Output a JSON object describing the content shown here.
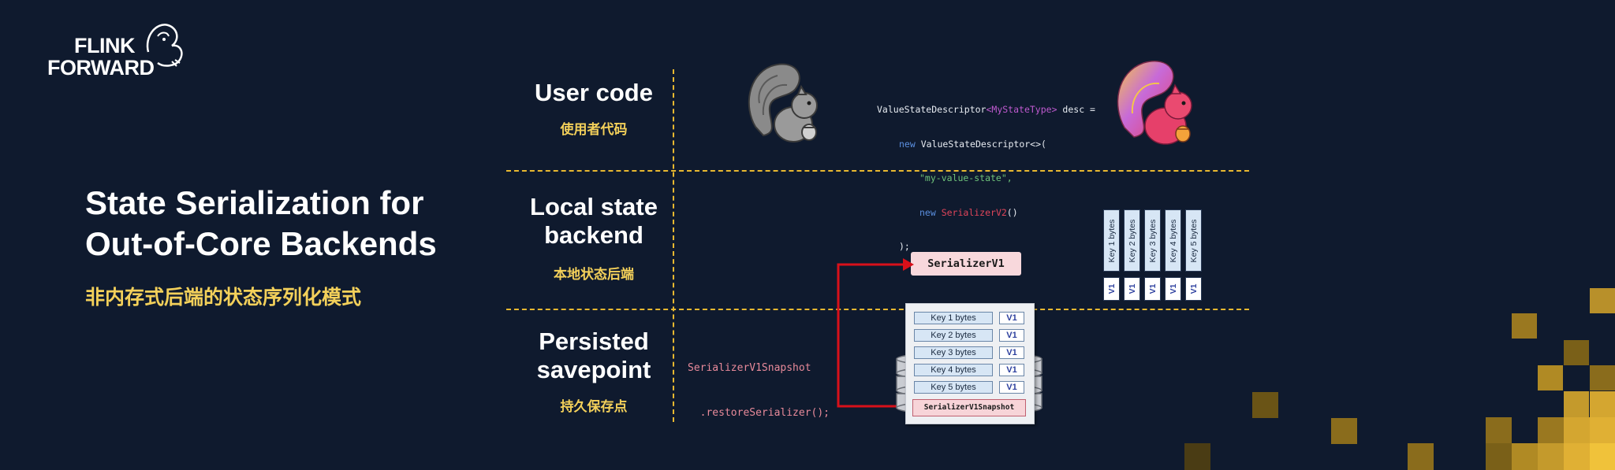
{
  "logo": {
    "line1": "FLINK",
    "line2": "FORWARD"
  },
  "title": {
    "line1": "State Serialization for",
    "line2": "Out-of-Core Backends",
    "subtitle": "非内存式后端的状态序列化模式"
  },
  "rows": [
    {
      "label_line1": "User code",
      "label_line2": "",
      "sub": "使用者代码"
    },
    {
      "label_line1": "Local state",
      "label_line2": "backend",
      "sub": "本地状态后端"
    },
    {
      "label_line1": "Persisted",
      "label_line2": "savepoint",
      "sub": "持久保存点"
    }
  ],
  "code": {
    "line1_a": "ValueStateDescriptor",
    "line1_b": "<MyStateType>",
    "line1_c": " desc =",
    "line2_kw": "new",
    "line2_b": " ValueStateDescriptor<>(",
    "line3": "\"my-value-state\",",
    "line4_kw": "new",
    "line4_b": " SerializerV2",
    "line4_c": "()",
    "line5": ");"
  },
  "snapshot_code": {
    "line1": "SerializerV1Snapshot",
    "line2": "  .restoreSerializer();"
  },
  "serializer_box": "SerializerV1",
  "local_keys": [
    "Key 1 bytes",
    "Key 2 bytes",
    "Key 3 bytes",
    "Key 4 bytes",
    "Key 5 bytes"
  ],
  "local_versions": [
    "V1",
    "V1",
    "V1",
    "V1",
    "V1"
  ],
  "savepoint_keys": [
    "Key 1 bytes",
    "Key 2 bytes",
    "Key 3 bytes",
    "Key 4 bytes",
    "Key 5 bytes"
  ],
  "savepoint_versions": [
    "V1",
    "V1",
    "V1",
    "V1",
    "V1"
  ],
  "savepoint_snapshot": "SerializerV1Snapshot",
  "colors": {
    "background": "#0f1a2e",
    "accent_yellow": "#f3d05a",
    "dash": "#e8b830",
    "arrow": "#d8101a"
  }
}
